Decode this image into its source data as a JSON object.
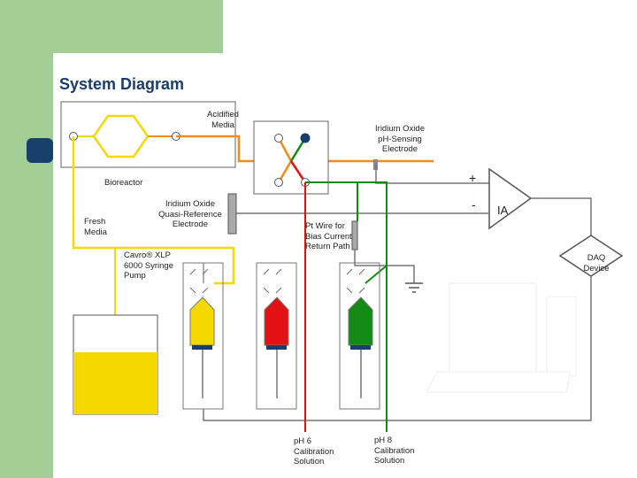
{
  "slide": {
    "title": "System Diagram",
    "colors": {
      "green_band": "#a3cf95",
      "navy_tab": "#17406a",
      "orange_line": "#f28b1b",
      "yellow_line": "#f5d800",
      "red_line": "#e21212",
      "green_line": "#138a13",
      "gray_line": "#777777"
    }
  },
  "diagram": {
    "labels": {
      "acidified_media": "Acidified\nMedia",
      "iridium_sensing": "Iridium Oxide\npH-Sensing\nElectrode",
      "bioreactor": "Bioreactor",
      "fresh_media": "Fresh\nMedia",
      "iridium_reference": "Iridium Oxide\nQuasi-Reference\nElectrode",
      "pt_wire": "Pt Wire for\nBias Current\nReturn Path",
      "cavro_pump": "Cavro® XLP\n6000 Syringe\nPump",
      "daq_device": "DAQ\nDevice",
      "amp_plus": "+",
      "amp_minus": "-",
      "amp_label": "IA",
      "ph6": "pH 6\nCalibration\nSolution",
      "ph8": "pH 8\nCalibration\nSolution"
    }
  }
}
